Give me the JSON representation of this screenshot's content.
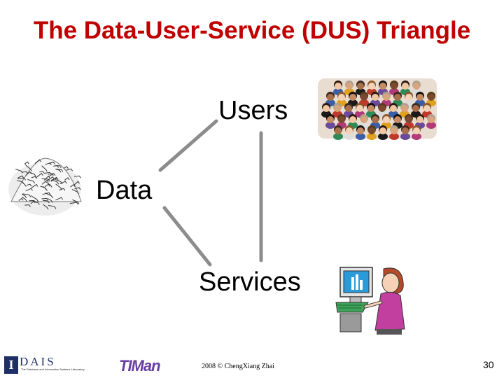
{
  "title": "The Data-User-Service (DUS) Triangle",
  "nodes": {
    "users": "Users",
    "data": "Data",
    "services": "Services"
  },
  "footer": {
    "copyright": "2008 © ChengXiang Zhai",
    "page_number": "30",
    "logo_dais_letter": "I",
    "logo_dais_word": "DAIS",
    "logo_dais_subtitle": "The Database and Information Systems Laboratory",
    "logo_timan": "TIMan"
  },
  "colors": {
    "title": "#c00000",
    "edge": "#8c8c8c"
  }
}
